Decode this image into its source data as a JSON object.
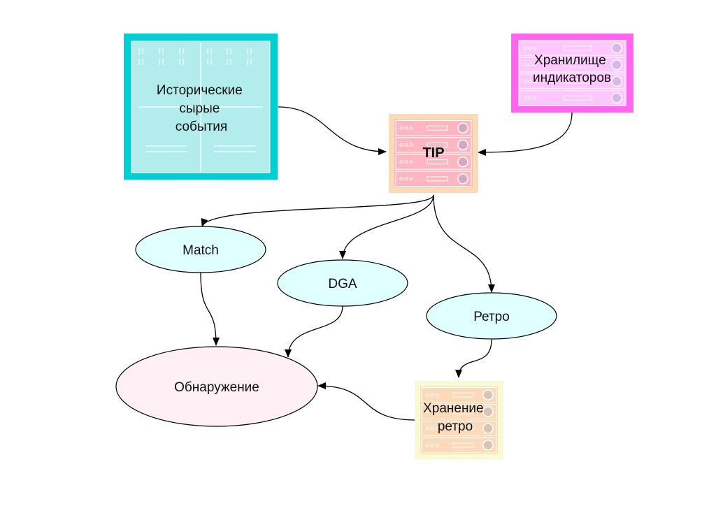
{
  "diagram": {
    "nodes": {
      "historical_events": {
        "label_lines": [
          "Исторические",
          "сырые",
          "события"
        ],
        "shape": "storage-cabinet",
        "fill": "#b2ecec",
        "border": "#00ced1"
      },
      "indicator_store": {
        "label_lines": [
          "Хранилище",
          "индикаторов"
        ],
        "shape": "server-rack",
        "fill": "#ffc6ff",
        "border": "#ff66ee"
      },
      "tip": {
        "label": "TIP",
        "shape": "server-rack",
        "fill": "#ffb6c1",
        "border": "#ffdab9"
      },
      "match": {
        "label": "Match",
        "shape": "ellipse",
        "fill": "#e0ffff"
      },
      "dga": {
        "label": "DGA",
        "shape": "ellipse",
        "fill": "#e0ffff"
      },
      "retro": {
        "label": "Ретро",
        "shape": "ellipse",
        "fill": "#e0ffff"
      },
      "detection": {
        "label": "Обнаружение",
        "shape": "ellipse",
        "fill": "#fff0f5"
      },
      "retro_storage": {
        "label_lines": [
          "Хранение",
          "ретро"
        ],
        "shape": "server-rack",
        "fill": "#ffdab9",
        "border": "#fafad2"
      }
    },
    "edges": [
      {
        "from": "historical_events",
        "to": "tip"
      },
      {
        "from": "indicator_store",
        "to": "tip"
      },
      {
        "from": "tip",
        "to": "match"
      },
      {
        "from": "tip",
        "to": "dga"
      },
      {
        "from": "tip",
        "to": "retro"
      },
      {
        "from": "match",
        "to": "detection"
      },
      {
        "from": "dga",
        "to": "detection"
      },
      {
        "from": "retro",
        "to": "retro_storage"
      },
      {
        "from": "retro_storage",
        "to": "detection"
      }
    ]
  }
}
